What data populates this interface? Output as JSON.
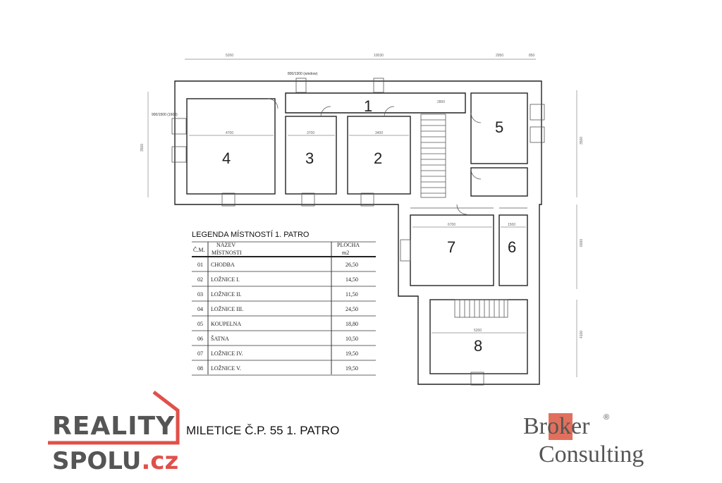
{
  "plan": {
    "title": "MILETICE Č.P. 55 1. PATRO",
    "dimensions_top": [
      "5200",
      "10030",
      "2950",
      "850"
    ],
    "dimensions_inner": [
      "4700",
      "3700",
      "3400",
      "2800",
      "6700",
      "1500",
      "5200"
    ],
    "dimensions_side": [
      "3500",
      "3500",
      "6000",
      "4100"
    ],
    "windows": [
      "800/1300 (window)",
      "900/1500 (1600)"
    ],
    "rooms": [
      "1",
      "2",
      "3",
      "4",
      "5",
      "6",
      "7",
      "8"
    ]
  },
  "legend": {
    "title": "LEGENDA MÍSTNOSTÍ 1. PATRO",
    "headers": {
      "number": "Č.M.",
      "name_1": "NÁZEV",
      "name_2": "MÍSTNOSTI",
      "area_1": "PLOCHA",
      "area_2": "m2"
    },
    "rows": [
      {
        "number": "01",
        "name": "CHODBA",
        "area": "26,50"
      },
      {
        "number": "02",
        "name": "LOŽNICE I.",
        "area": "14,50"
      },
      {
        "number": "03",
        "name": "LOŽNICE II.",
        "area": "11,50"
      },
      {
        "number": "04",
        "name": "LOŽNICE III.",
        "area": "24,50"
      },
      {
        "number": "05",
        "name": "KOUPELNA",
        "area": "18,80"
      },
      {
        "number": "06",
        "name": "ŠATNA",
        "area": "10,50"
      },
      {
        "number": "07",
        "name": "LOŽNICE IV.",
        "area": "19,50"
      },
      {
        "number": "08",
        "name": "LOŽNICE V.",
        "area": "19,50"
      }
    ]
  },
  "logos": {
    "reality_top": "REALITY",
    "reality_bottom": "SPOLU",
    "reality_tld": ".cz",
    "broker_1": "Broker",
    "broker_2": "Consulting",
    "broker_reg": "®"
  },
  "colors": {
    "accent_red": "#e0504a",
    "broker_box": "#e0705c",
    "wall": "#222222"
  }
}
